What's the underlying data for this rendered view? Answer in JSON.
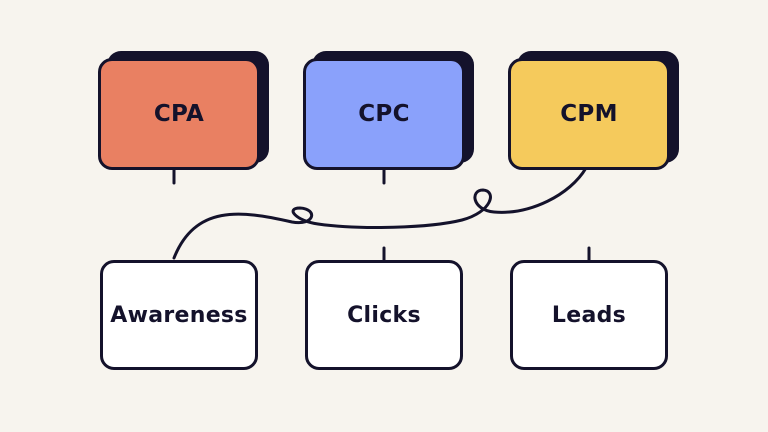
{
  "metrics": [
    {
      "label": "CPA",
      "color": "#e98062"
    },
    {
      "label": "CPC",
      "color": "#8aa1fb"
    },
    {
      "label": "CPM",
      "color": "#f5ca5c"
    }
  ],
  "outcomes": [
    {
      "label": "Awareness"
    },
    {
      "label": "Clicks"
    },
    {
      "label": "Leads"
    }
  ],
  "colors": {
    "background": "#f7f4ee",
    "outline": "#14122b"
  }
}
